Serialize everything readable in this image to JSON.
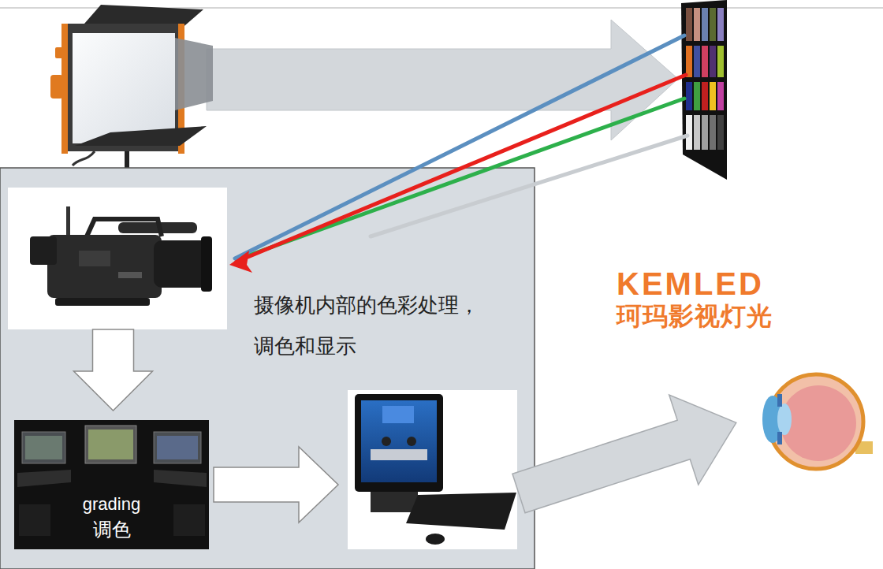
{
  "diagram": {
    "nodes": [
      {
        "text": [
          "摄像机内部的色彩处理， 调色和显示"
        ]
      },
      {
        "text": [],
        "in": 0
      },
      {
        "text": [
          "grading",
          "调色"
        ],
        "in": 0
      },
      {
        "text": [],
        "in": 0
      }
    ],
    "edges": [
      {
        "from": 1,
        "to": 2,
        "arrow": "to"
      },
      {
        "from": 2,
        "to": 3,
        "arrow": "to"
      }
    ],
    "labels": [
      "KEMLED",
      "珂玛影视灯光"
    ]
  }
}
